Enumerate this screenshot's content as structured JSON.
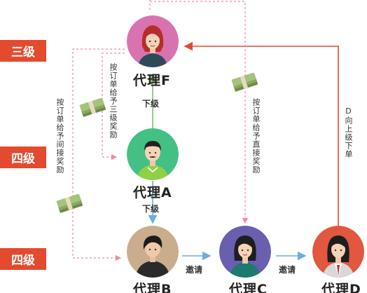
{
  "levels": {
    "l1": "三级",
    "l2": "四级",
    "l3": "四级"
  },
  "agents": {
    "f": "代理F",
    "a": "代理A",
    "b": "代理B",
    "c": "代理C",
    "d": "代理D"
  },
  "labels": {
    "indirect": "按订单给予间接奖励",
    "level3_reward": "按订单给予三级奖励",
    "direct": "按订单给予直接奖励",
    "d_order": "D向上级下单",
    "sub_fa": "下级",
    "sub_ab": "下级",
    "invite_bc": "邀请",
    "invite_cd": "邀请"
  },
  "colors": {
    "level_bg": "#e34a2e",
    "arrow_red": "#e34a2e",
    "arrow_green": "#7cc36a",
    "arrow_blue": "#6aaee0",
    "dash_pink": "#f08aa0",
    "avatar_f": "#d873b0",
    "avatar_a": "#43c184",
    "avatar_b": "#c9ad8c",
    "avatar_c": "#6a5fae",
    "avatar_d": "#e2573f"
  },
  "icons": [
    "money-stack-icon",
    "person-avatar-icon"
  ]
}
